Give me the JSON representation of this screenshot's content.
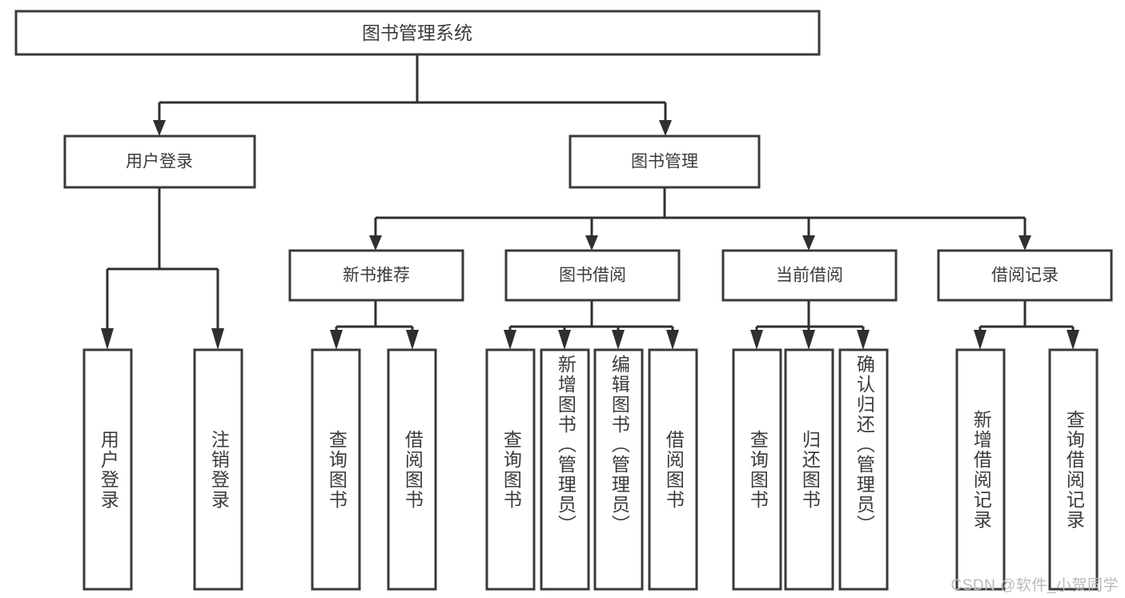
{
  "diagram": {
    "title": "图书管理系统",
    "type": "tree-hierarchy",
    "watermark": "CSDN @软件_小贺同学",
    "colors": {
      "stroke": "#3a3a3a",
      "text": "#3b3b3b",
      "background": "#ffffff",
      "watermark": "#b9b9b9"
    },
    "root": {
      "label": "图书管理系统"
    },
    "level2": [
      {
        "label": "用户登录"
      },
      {
        "label": "图书管理"
      }
    ],
    "level3": [
      {
        "label": "新书推荐"
      },
      {
        "label": "图书借阅"
      },
      {
        "label": "当前借阅"
      },
      {
        "label": "借阅记录"
      }
    ],
    "leaves": {
      "user_login": [
        {
          "label": "用户登录"
        },
        {
          "label": "注销登录"
        }
      ],
      "new_book_recommend": [
        {
          "label": "查询图书"
        },
        {
          "label": "借阅图书"
        }
      ],
      "book_borrow": [
        {
          "label": "查询图书"
        },
        {
          "label": "新增图书（管理员）"
        },
        {
          "label": "编辑图书（管理员）"
        },
        {
          "label": "借阅图书"
        }
      ],
      "current_borrow": [
        {
          "label": "查询图书"
        },
        {
          "label": "归还图书"
        },
        {
          "label": "确认归还（管理员）"
        }
      ],
      "borrow_record": [
        {
          "label": "新增借阅记录"
        },
        {
          "label": "查询借阅记录"
        }
      ]
    }
  }
}
